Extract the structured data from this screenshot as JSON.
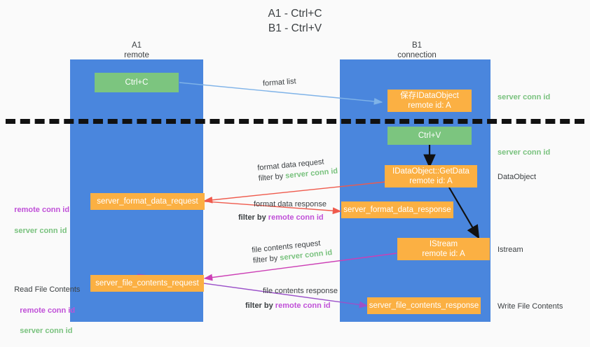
{
  "title": "A1 - Ctrl+C\nB1 - Ctrl+V",
  "colors": {
    "lane": "#4a86dd",
    "green_node": "#7cc57f",
    "orange_node": "#fbb043",
    "remote_conn_id": "#c050d8",
    "server_conn_id": "#79c27e",
    "blue_arrow": "#7fb3e8",
    "red_arrow": "#ef5a4c",
    "magenta_arrow": "#cc3fb5",
    "purple_arrow": "#9b51c9",
    "black_arrow": "#1a1a1a",
    "background": "#fafafa"
  },
  "columns": [
    {
      "id": "a1",
      "title": "A1",
      "subtitle": "remote"
    },
    {
      "id": "b1",
      "title": "B1",
      "subtitle": "connection"
    }
  ],
  "nodes": {
    "ctrl_c": {
      "label": "Ctrl+C",
      "style": "green"
    },
    "save_idataobject": {
      "line1": "保存IDataObject",
      "line2": "remote id: A",
      "style": "orange"
    },
    "ctrl_v": {
      "label": "Ctrl+V",
      "style": "green"
    },
    "getdata": {
      "line1": "IDataObject::GetData",
      "line2": "remote id: A",
      "style": "orange"
    },
    "server_format_data_request": {
      "label": "server_format_data_request",
      "style": "orange"
    },
    "server_format_data_response": {
      "label": "server_format_data_response",
      "style": "orange"
    },
    "istream": {
      "line1": "IStream",
      "line2": "remote id: A",
      "style": "orange"
    },
    "server_file_contents_request": {
      "label": "server_file_contents_request",
      "style": "orange"
    },
    "server_file_contents_response": {
      "label": "server_file_contents_response",
      "style": "orange"
    }
  },
  "edge_labels": {
    "format_list": "format list",
    "format_data_request": "format data request",
    "format_data_request_filter_prefix": "filter by ",
    "format_data_request_filter_value": "server conn id",
    "format_data_response": "format data response",
    "format_data_response_filter_prefix": "filter by ",
    "format_data_response_filter_value": "remote conn id",
    "file_contents_request": "file contents request",
    "file_contents_request_filter_prefix": "filter by ",
    "file_contents_request_filter_value": "server conn id",
    "file_contents_response": "file contents response",
    "file_contents_response_filter_prefix": "filter by ",
    "file_contents_response_filter_value": "remote conn id"
  },
  "right_annotations": [
    {
      "id": "server-conn-id-top",
      "text": "server conn id",
      "kind": "server"
    },
    {
      "id": "server-conn-id-mid",
      "text": "server conn id",
      "kind": "server"
    },
    {
      "id": "dataobject",
      "text": "DataObject",
      "kind": "plain"
    },
    {
      "id": "istream",
      "text": "Istream",
      "kind": "plain"
    },
    {
      "id": "write-file-contents",
      "text": "Write File Contents",
      "kind": "plain"
    }
  ],
  "left_annotations": {
    "format_block": {
      "remote": "remote conn id",
      "server": "server conn id"
    },
    "file_block": {
      "heading": "Read File Contents",
      "remote": "remote conn id",
      "server": "server conn id"
    }
  }
}
